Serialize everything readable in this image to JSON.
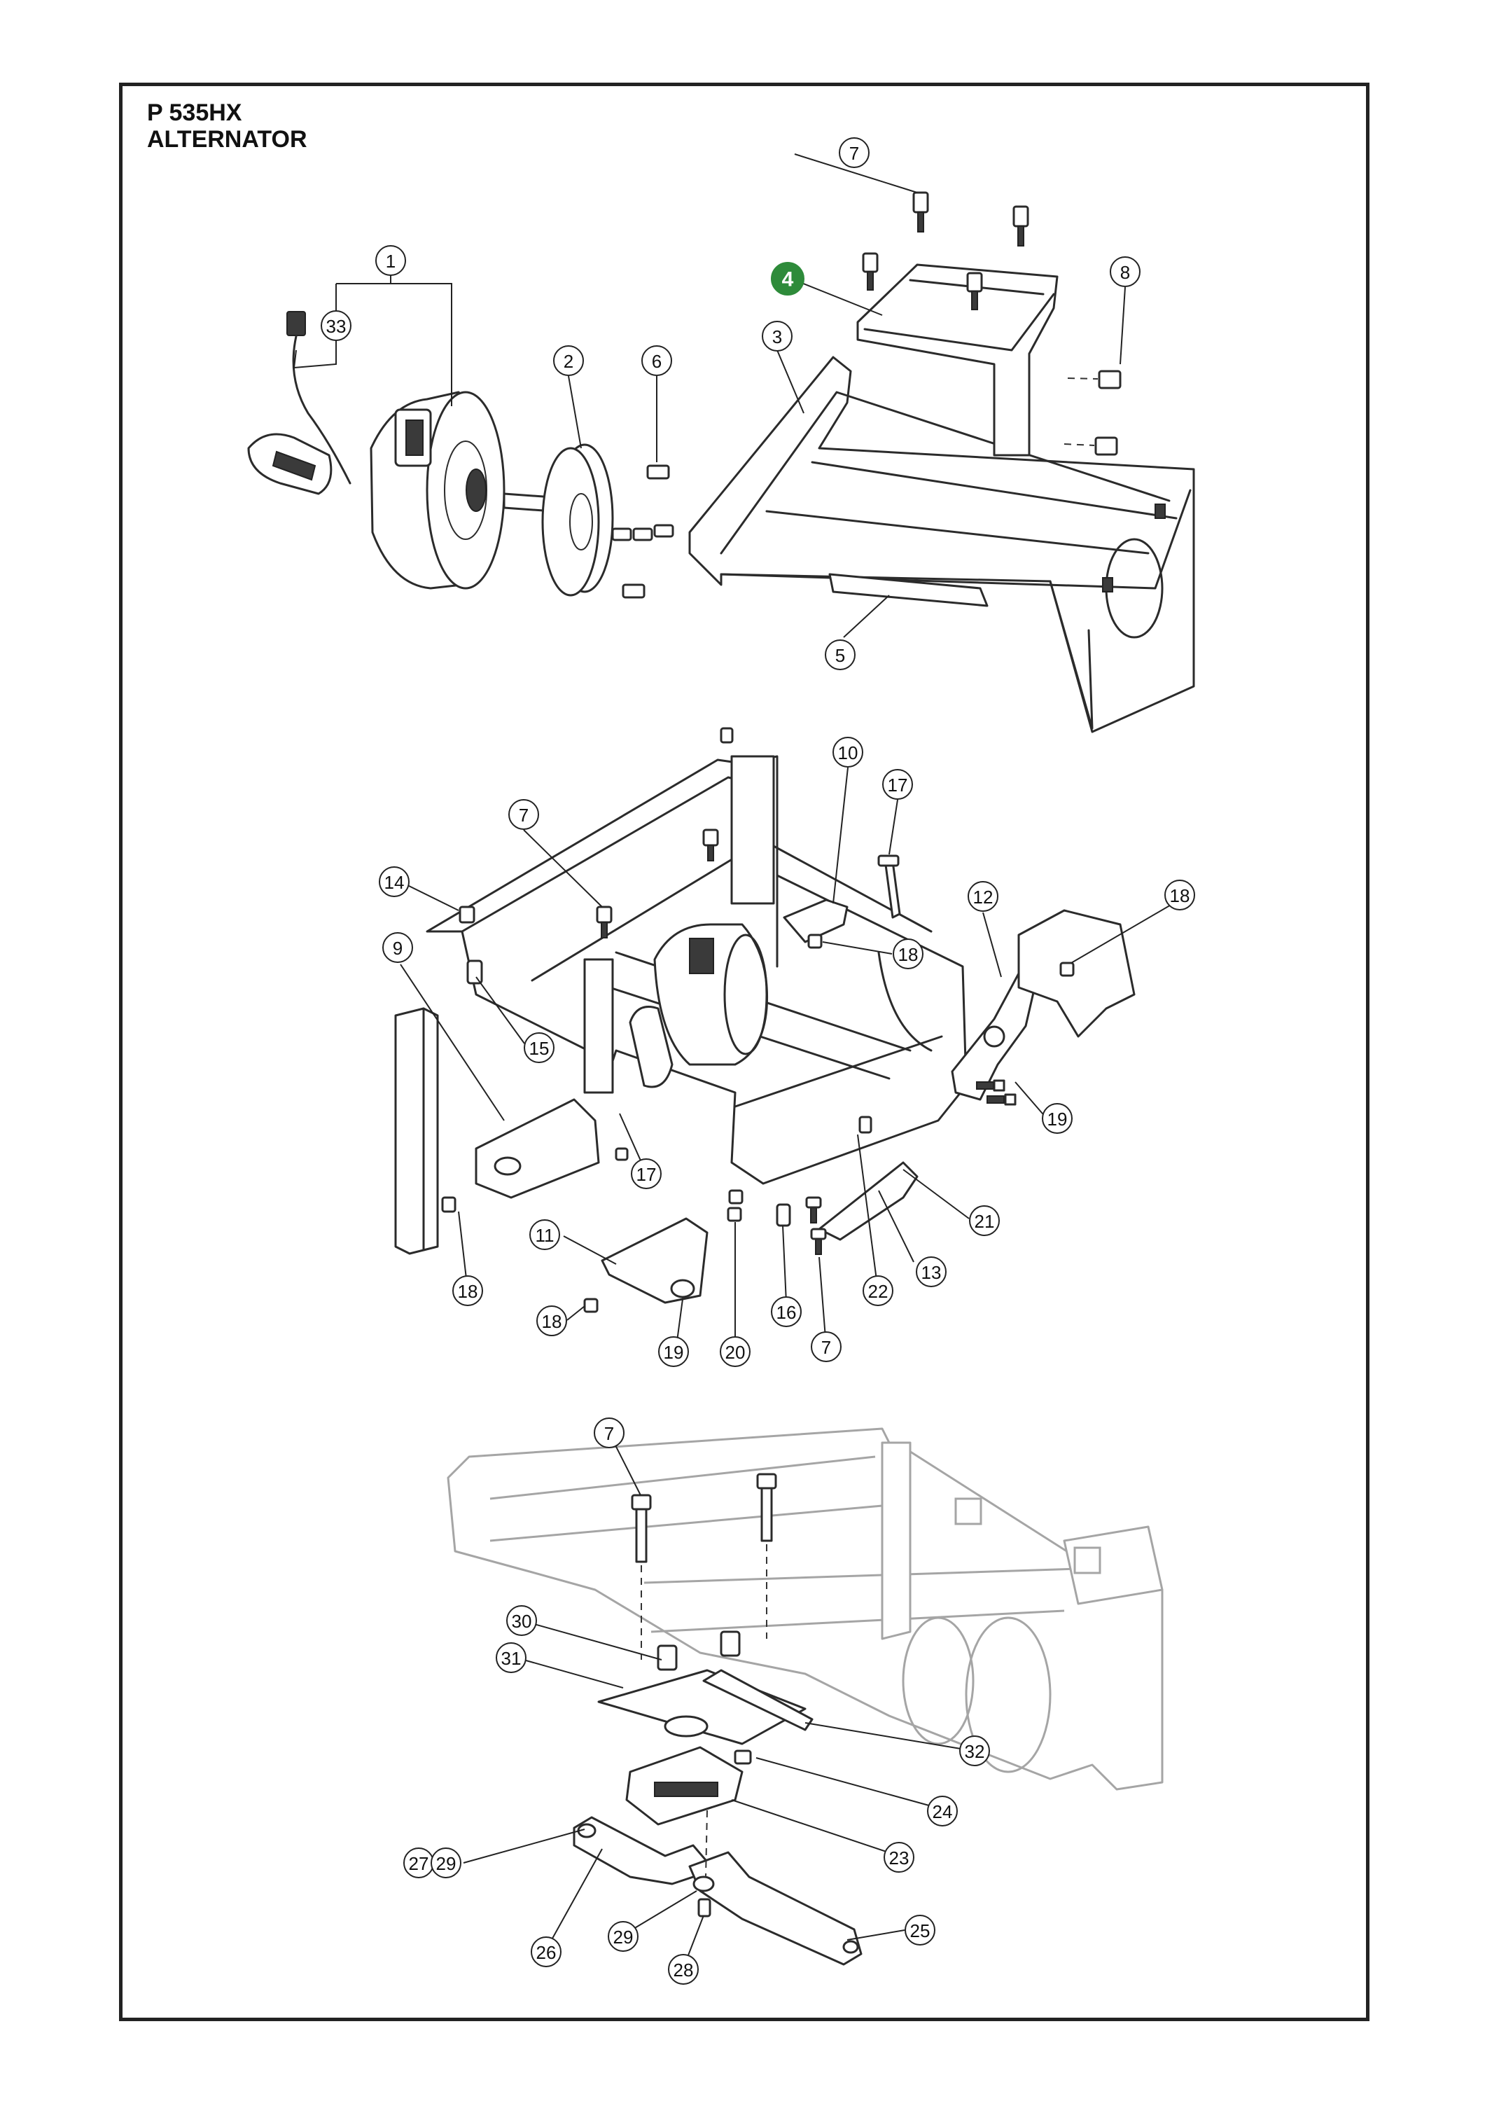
{
  "title": {
    "model": "P 535HX",
    "section": "ALTERNATOR"
  },
  "colors": {
    "line": "#2b2b2b",
    "faded_line": "#9a9a9a",
    "highlight_bubble": "#2e8b3a"
  },
  "callouts": [
    {
      "id": "c1",
      "label": "1"
    },
    {
      "id": "c2",
      "label": "2"
    },
    {
      "id": "c3",
      "label": "3"
    },
    {
      "id": "c4",
      "label": "4"
    },
    {
      "id": "c5",
      "label": "5"
    },
    {
      "id": "c6",
      "label": "6"
    },
    {
      "id": "c7a",
      "label": "7"
    },
    {
      "id": "c8",
      "label": "8"
    },
    {
      "id": "c33",
      "label": "33"
    },
    {
      "id": "c10",
      "label": "10"
    },
    {
      "id": "c17a",
      "label": "17"
    },
    {
      "id": "c7b",
      "label": "7"
    },
    {
      "id": "c14",
      "label": "14"
    },
    {
      "id": "c9",
      "label": "9"
    },
    {
      "id": "c12",
      "label": "12"
    },
    {
      "id": "c18a",
      "label": "18"
    },
    {
      "id": "c18b",
      "label": "18"
    },
    {
      "id": "c15",
      "label": "15"
    },
    {
      "id": "c19a",
      "label": "19"
    },
    {
      "id": "c17b",
      "label": "17"
    },
    {
      "id": "c21",
      "label": "21"
    },
    {
      "id": "c11",
      "label": "11"
    },
    {
      "id": "c13",
      "label": "13"
    },
    {
      "id": "c18c",
      "label": "18"
    },
    {
      "id": "c22",
      "label": "22"
    },
    {
      "id": "c16",
      "label": "16"
    },
    {
      "id": "c18d",
      "label": "18"
    },
    {
      "id": "c19b",
      "label": "19"
    },
    {
      "id": "c20",
      "label": "20"
    },
    {
      "id": "c7c",
      "label": "7"
    },
    {
      "id": "c7d",
      "label": "7"
    },
    {
      "id": "c30",
      "label": "30"
    },
    {
      "id": "c31",
      "label": "31"
    },
    {
      "id": "c32",
      "label": "32"
    },
    {
      "id": "c24",
      "label": "24"
    },
    {
      "id": "c23",
      "label": "23"
    },
    {
      "id": "c27",
      "label": "27"
    },
    {
      "id": "c29a",
      "label": "29"
    },
    {
      "id": "c25",
      "label": "25"
    },
    {
      "id": "c26",
      "label": "26"
    },
    {
      "id": "c29b",
      "label": "29"
    },
    {
      "id": "c28",
      "label": "28"
    }
  ]
}
